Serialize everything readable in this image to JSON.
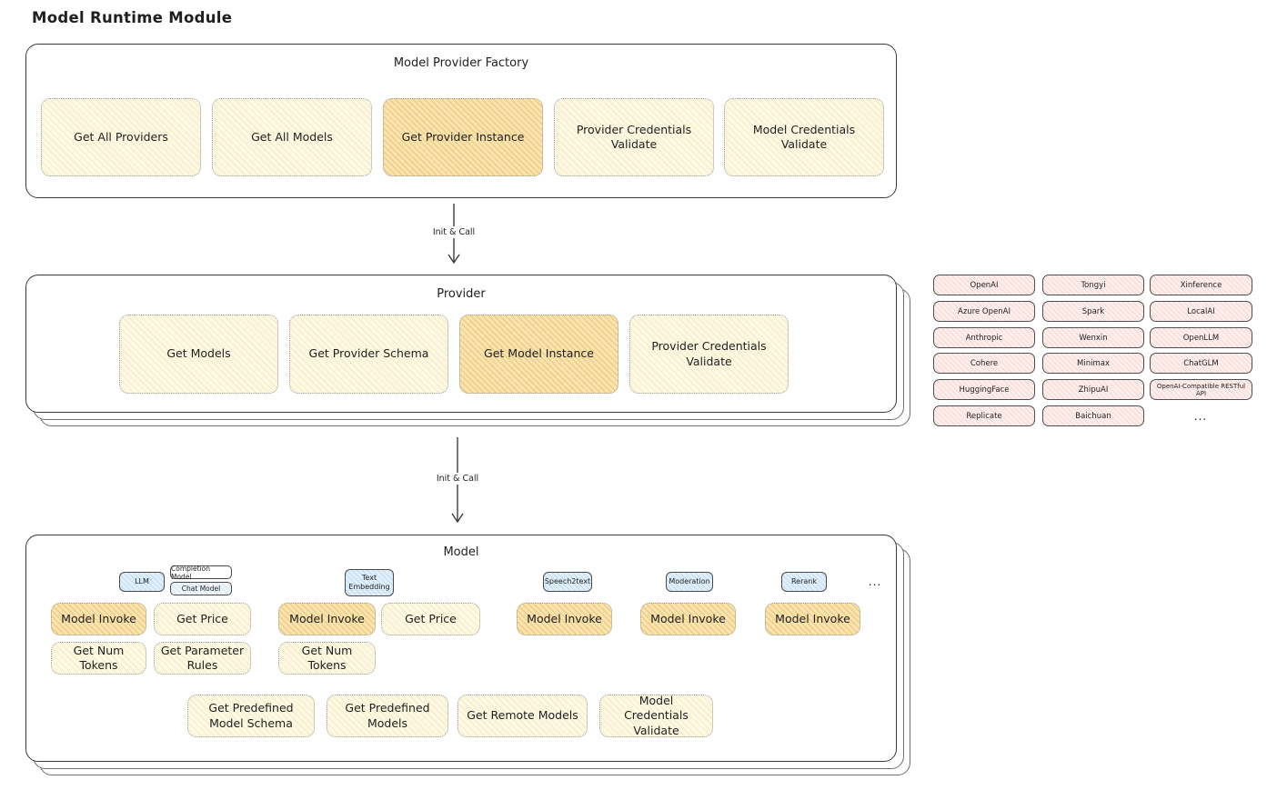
{
  "page_title": "Model Runtime Module",
  "arrows": {
    "arrow1_label": "Init & Call",
    "arrow2_label": "Init & Call"
  },
  "factory": {
    "title": "Model Provider Factory",
    "boxes": [
      {
        "label": "Get All Providers",
        "highlight": false
      },
      {
        "label": "Get All Models",
        "highlight": false
      },
      {
        "label": "Get Provider Instance",
        "highlight": true
      },
      {
        "label": "Provider Credentials Validate",
        "highlight": false
      },
      {
        "label": "Model Credentials Validate",
        "highlight": false
      }
    ]
  },
  "provider": {
    "title": "Provider",
    "boxes": [
      {
        "label": "Get Models",
        "highlight": false
      },
      {
        "label": "Get Provider Schema",
        "highlight": false
      },
      {
        "label": "Get Model Instance",
        "highlight": true
      },
      {
        "label": "Provider Credentials Validate",
        "highlight": false
      }
    ]
  },
  "provider_list": {
    "columns": [
      [
        "OpenAI",
        "Azure OpenAI",
        "Anthropic",
        "Cohere",
        "HuggingFace",
        "Replicate"
      ],
      [
        "Tongyi",
        "Spark",
        "Wenxin",
        "Minimax",
        "ZhipuAI",
        "Baichuan"
      ],
      [
        "Xinference",
        "LocalAI",
        "OpenLLM",
        "ChatGLM",
        "OpenAI-Compatible RESTful API"
      ]
    ],
    "more": "..."
  },
  "model": {
    "title": "Model",
    "tabs": {
      "llm": "LLM",
      "completion_model": "Completion Model",
      "chat_model": "Chat Model",
      "text_embedding": "Text Embedding",
      "speech2text": "Speech2text",
      "moderation": "Moderation",
      "rerank": "Rerank",
      "more": "..."
    },
    "llm_boxes": [
      {
        "label": "Model Invoke",
        "highlight": true
      },
      {
        "label": "Get Price",
        "highlight": false
      },
      {
        "label": "Get Num Tokens",
        "highlight": false
      },
      {
        "label": "Get Parameter Rules",
        "highlight": false
      }
    ],
    "text_embedding_boxes": [
      {
        "label": "Model Invoke",
        "highlight": true
      },
      {
        "label": "Get Price",
        "highlight": false
      },
      {
        "label": "Get Num Tokens",
        "highlight": false
      }
    ],
    "speech2text_boxes": [
      {
        "label": "Model Invoke",
        "highlight": true
      }
    ],
    "moderation_boxes": [
      {
        "label": "Model Invoke",
        "highlight": true
      }
    ],
    "rerank_boxes": [
      {
        "label": "Model Invoke",
        "highlight": true
      }
    ],
    "bottom_boxes": [
      {
        "label": "Get Predefined Model Schema"
      },
      {
        "label": "Get Predefined Models"
      },
      {
        "label": "Get Remote Models"
      },
      {
        "label": "Model Credentials Validate"
      }
    ]
  },
  "colors": {
    "cream_bg": "#fdf8e3",
    "highlight_bg": "#f9e3ae",
    "pink_bg": "#fdeeec",
    "blue_bg": "#e0effa",
    "container_border": "#3a3a3a",
    "dotted_border": "#9b9b9b",
    "text": "#1f1f1f"
  }
}
